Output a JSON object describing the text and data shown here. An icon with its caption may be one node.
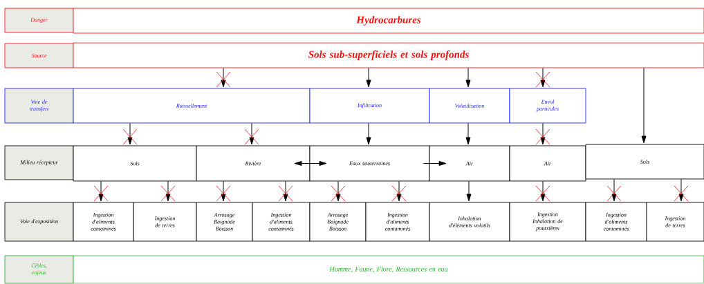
{
  "diagram": {
    "nodes": [
      {
        "text": [
          "Danger"
        ]
      },
      {
        "text": [
          "Hydrocarbures"
        ]
      },
      {
        "text": [
          "Source"
        ]
      },
      {
        "text": [
          "Sols sub-superficiels et sols profonds"
        ]
      },
      {
        "text": [
          "Voie de transfert"
        ]
      },
      {
        "text": [
          "Ruissellement"
        ]
      },
      {
        "text": [
          "Infiltration"
        ]
      },
      {
        "text": [
          "Volatilisation"
        ]
      },
      {
        "text": [
          "Envol particules"
        ]
      },
      {
        "text": [
          "Milieu récepteur"
        ]
      },
      {
        "text": [
          "Sols"
        ]
      },
      {
        "text": [
          "Rivière"
        ]
      },
      {
        "text": [
          "Eaux souterraines"
        ]
      },
      {
        "text": [
          "Air"
        ]
      },
      {
        "text": [
          "Air"
        ]
      },
      {
        "text": [
          "Sols"
        ]
      },
      {
        "text": [
          "Voie d'exposition"
        ]
      },
      {
        "text": [
          "Ingestion d'aliments contaminés"
        ]
      },
      {
        "text": [
          "Ingestion de terres"
        ]
      },
      {
        "text": [
          "Arrosage Baignade Boisson"
        ]
      },
      {
        "text": [
          "Ingestion d'aliments contaminés"
        ]
      },
      {
        "text": [
          "Arrosage Baignade Boisson"
        ]
      },
      {
        "text": [
          "Ingestion d'aliments contaminés"
        ]
      },
      {
        "text": [
          "Inhalation d'éléments volatils"
        ]
      },
      {
        "text": [
          "Ingestion Inhalation de poussières"
        ]
      },
      {
        "text": [
          "Ingestion d'aliments contaminés"
        ]
      },
      {
        "text": [
          "Ingestion de terres"
        ]
      },
      {
        "text": [
          "Cibles, enjeux"
        ]
      },
      {
        "text": [
          "Homme, Faune, Flore, Ressources en eau"
        ]
      }
    ],
    "edges": [
      {
        "from": 3,
        "to": 5,
        "arrow": "to"
      },
      {
        "from": 3,
        "to": 6,
        "arrow": "to"
      },
      {
        "from": 3,
        "to": 7,
        "arrow": "to"
      },
      {
        "from": 3,
        "to": 8,
        "arrow": "to"
      },
      {
        "from": 3,
        "to": 15,
        "arrow": "to"
      },
      {
        "from": 5,
        "to": 10,
        "arrow": "to"
      },
      {
        "from": 5,
        "to": 11,
        "arrow": "to"
      },
      {
        "from": 6,
        "to": 12,
        "arrow": "to"
      },
      {
        "from": 7,
        "to": 13,
        "arrow": "to"
      },
      {
        "from": 8,
        "to": 14,
        "arrow": "to"
      },
      {
        "from": 11,
        "to": 12,
        "arrow": "both"
      },
      {
        "from": 12,
        "to": 13,
        "arrow": "to"
      },
      {
        "from": 10,
        "to": 17,
        "arrow": "to"
      },
      {
        "from": 10,
        "to": 18,
        "arrow": "to"
      },
      {
        "from": 11,
        "to": 19,
        "arrow": "to"
      },
      {
        "from": 11,
        "to": 20,
        "arrow": "to"
      },
      {
        "from": 12,
        "to": 21,
        "arrow": "to"
      },
      {
        "from": 12,
        "to": 22,
        "arrow": "to"
      },
      {
        "from": 13,
        "to": 23,
        "arrow": "to"
      },
      {
        "from": 14,
        "to": 24,
        "arrow": "to"
      },
      {
        "from": 15,
        "to": 25,
        "arrow": "to"
      },
      {
        "from": 15,
        "to": 26,
        "arrow": "to"
      }
    ]
  }
}
